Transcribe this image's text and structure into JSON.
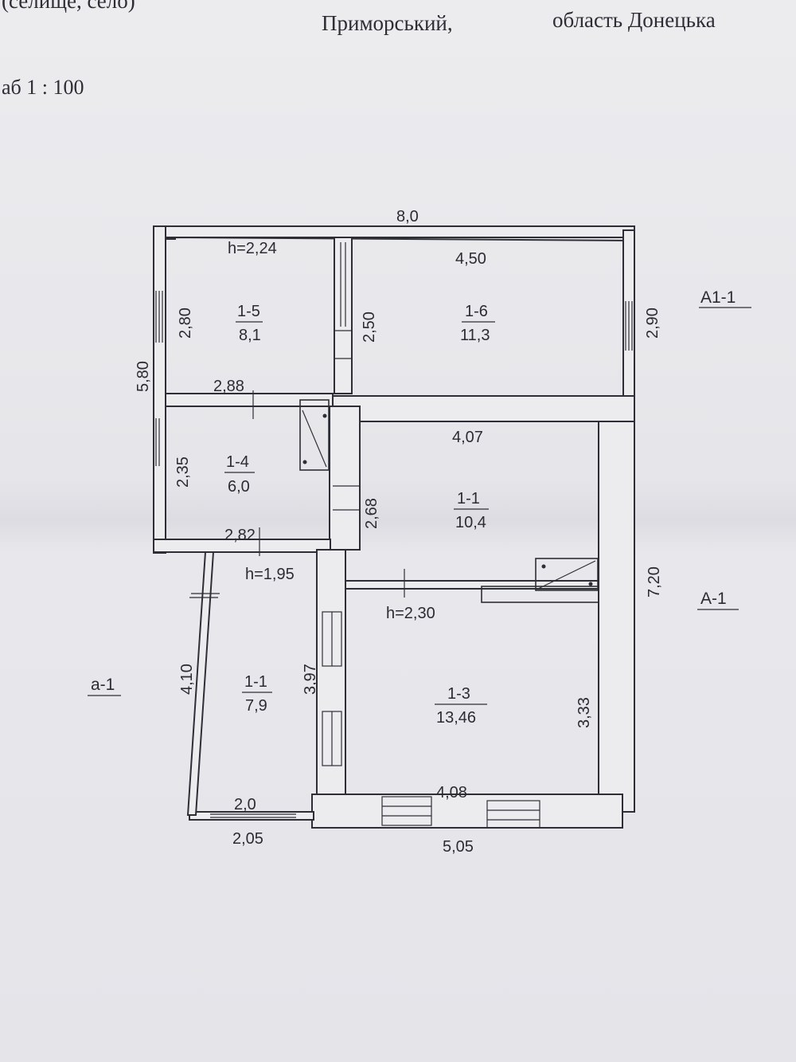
{
  "header": {
    "settlement_type": "(селище, село)",
    "district": "Приморський,",
    "region": "область Донецька",
    "scale": "аб 1 : 100"
  },
  "plan": {
    "overall_width": "8,0",
    "overall_height": "5,80",
    "right_height": "7,20",
    "bottom_total": "5,05",
    "bottom_inner": "4,08",
    "annex_bottom_outer": "2,05",
    "annex_bottom_inner": "2,0",
    "annex_left": "4,10",
    "annex_right": "3,97",
    "rooms": [
      {
        "id": "1-5",
        "area": "8,1"
      },
      {
        "id": "1-6",
        "area": "11,3"
      },
      {
        "id": "1-4",
        "area": "6,0"
      },
      {
        "id": "1-1",
        "area": "10,4"
      },
      {
        "id": "1-1",
        "area": "7,9"
      },
      {
        "id": "1-3",
        "area": "13,46"
      }
    ],
    "dims": {
      "r15_h": "h=2,24",
      "r15_side": "2,80",
      "r15_width": "2,88",
      "r16_top": "4,50",
      "r16_left": "2,50",
      "r16_right": "2,90",
      "r14_side": "2,35",
      "r14_bottom": "2,82",
      "r11_top": "4,07",
      "r11_left": "2,68",
      "annex_h": "h=1,95",
      "r13_h": "h=2,30",
      "r13_right": "3,33"
    },
    "labels": {
      "a1_1": "А1-1",
      "a_1": "А-1",
      "a_lower": "а-1"
    }
  }
}
